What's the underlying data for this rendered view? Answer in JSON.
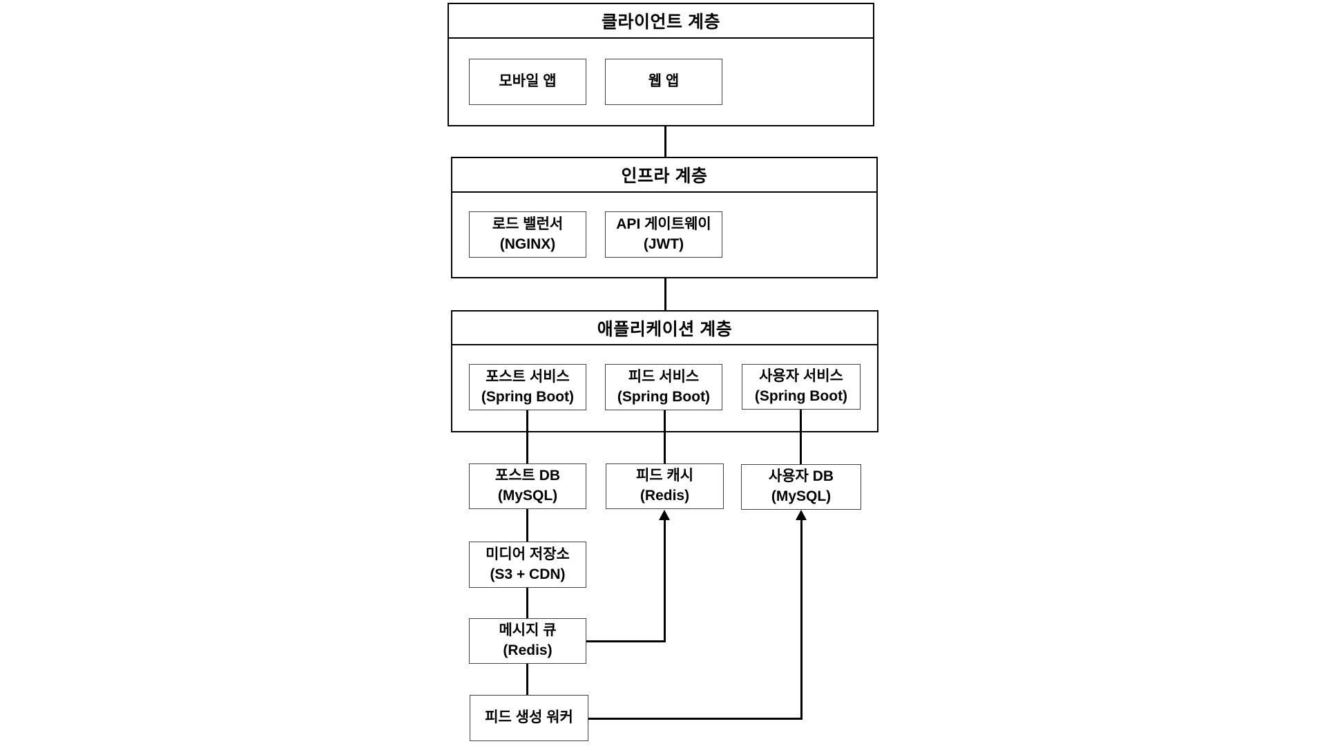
{
  "diagram": {
    "language": "ko",
    "background": "#ffffff",
    "line_color": "#000000",
    "node_border_color": "#3f3f3f",
    "text_color": "#000000"
  },
  "layers": {
    "client": {
      "title": "클라이언트 계층"
    },
    "infra": {
      "title": "인프라 계층"
    },
    "application": {
      "title": "애플리케이션 계층"
    }
  },
  "nodes": {
    "mobile_app": {
      "label": "모바일 앱",
      "sub": ""
    },
    "web_app": {
      "label": "웹 앱",
      "sub": ""
    },
    "load_balancer": {
      "label": "로드 밸런서",
      "sub": "(NGINX)"
    },
    "api_gateway": {
      "label": "API 게이트웨이",
      "sub": "(JWT)"
    },
    "post_service": {
      "label": "포스트 서비스",
      "sub": "(Spring Boot)"
    },
    "feed_service": {
      "label": "피드 서비스",
      "sub": "(Spring Boot)"
    },
    "user_service": {
      "label": "사용자 서비스",
      "sub": "(Spring Boot)"
    },
    "post_db": {
      "label": "포스트 DB",
      "sub": "(MySQL)"
    },
    "feed_cache": {
      "label": "피드 캐시",
      "sub": "(Redis)"
    },
    "user_db": {
      "label": "사용자 DB",
      "sub": "(MySQL)"
    },
    "media_storage": {
      "label": "미디어 저장소",
      "sub": "(S3 + CDN)"
    },
    "message_queue": {
      "label": "메시지 큐",
      "sub": "(Redis)"
    },
    "feed_worker": {
      "label": "피드 생성 워커",
      "sub": ""
    }
  },
  "edges": [
    {
      "from": "client_layer",
      "to": "infra_layer",
      "style": "line"
    },
    {
      "from": "infra_layer",
      "to": "application_layer",
      "style": "line"
    },
    {
      "from": "post_service",
      "to": "post_db",
      "style": "line"
    },
    {
      "from": "feed_service",
      "to": "feed_cache",
      "style": "line"
    },
    {
      "from": "user_service",
      "to": "user_db",
      "style": "line"
    },
    {
      "from": "post_db",
      "to": "media_storage",
      "style": "line"
    },
    {
      "from": "media_storage",
      "to": "message_queue",
      "style": "line"
    },
    {
      "from": "message_queue",
      "to": "feed_worker",
      "style": "line"
    },
    {
      "from": "message_queue",
      "to": "feed_cache",
      "style": "elbow-arrow"
    },
    {
      "from": "feed_worker",
      "to": "user_db",
      "style": "elbow-arrow"
    }
  ]
}
